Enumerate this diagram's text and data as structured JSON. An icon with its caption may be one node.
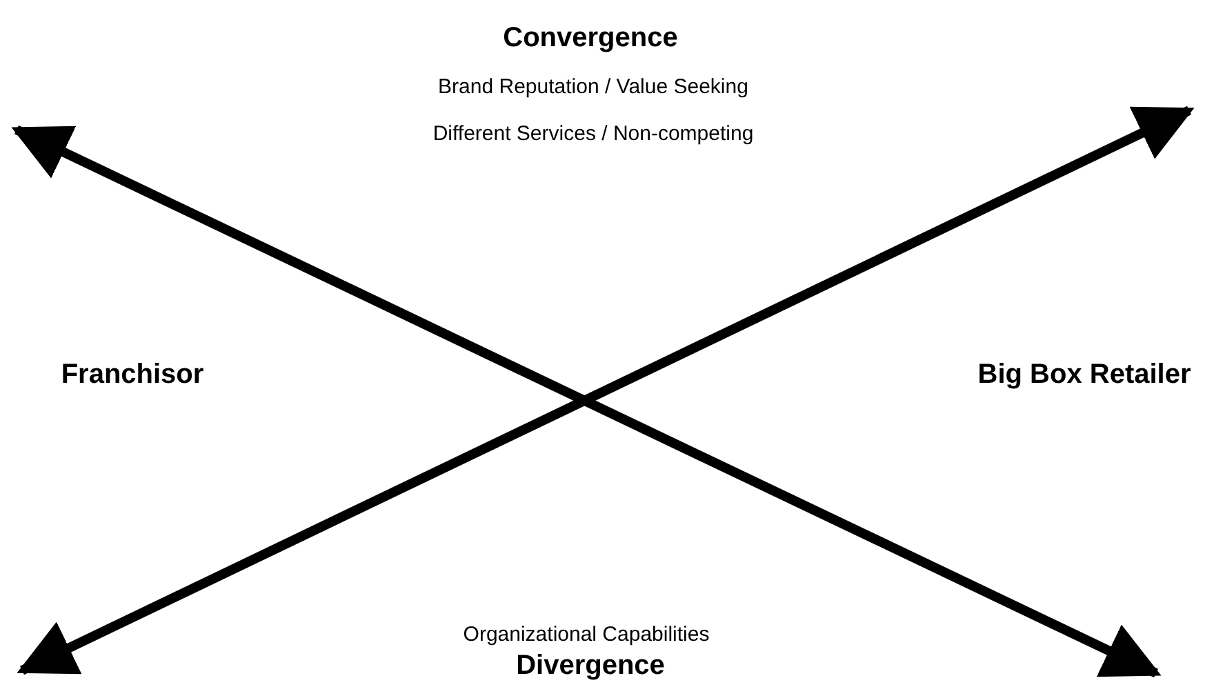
{
  "diagram": {
    "labels": [
      "Convergence",
      "Brand Reputation / Value Seeking",
      "Different Services / Non-competing",
      "Franchisor",
      "Big Box Retailer",
      "Organizational Capabilities",
      "Divergence"
    ]
  }
}
